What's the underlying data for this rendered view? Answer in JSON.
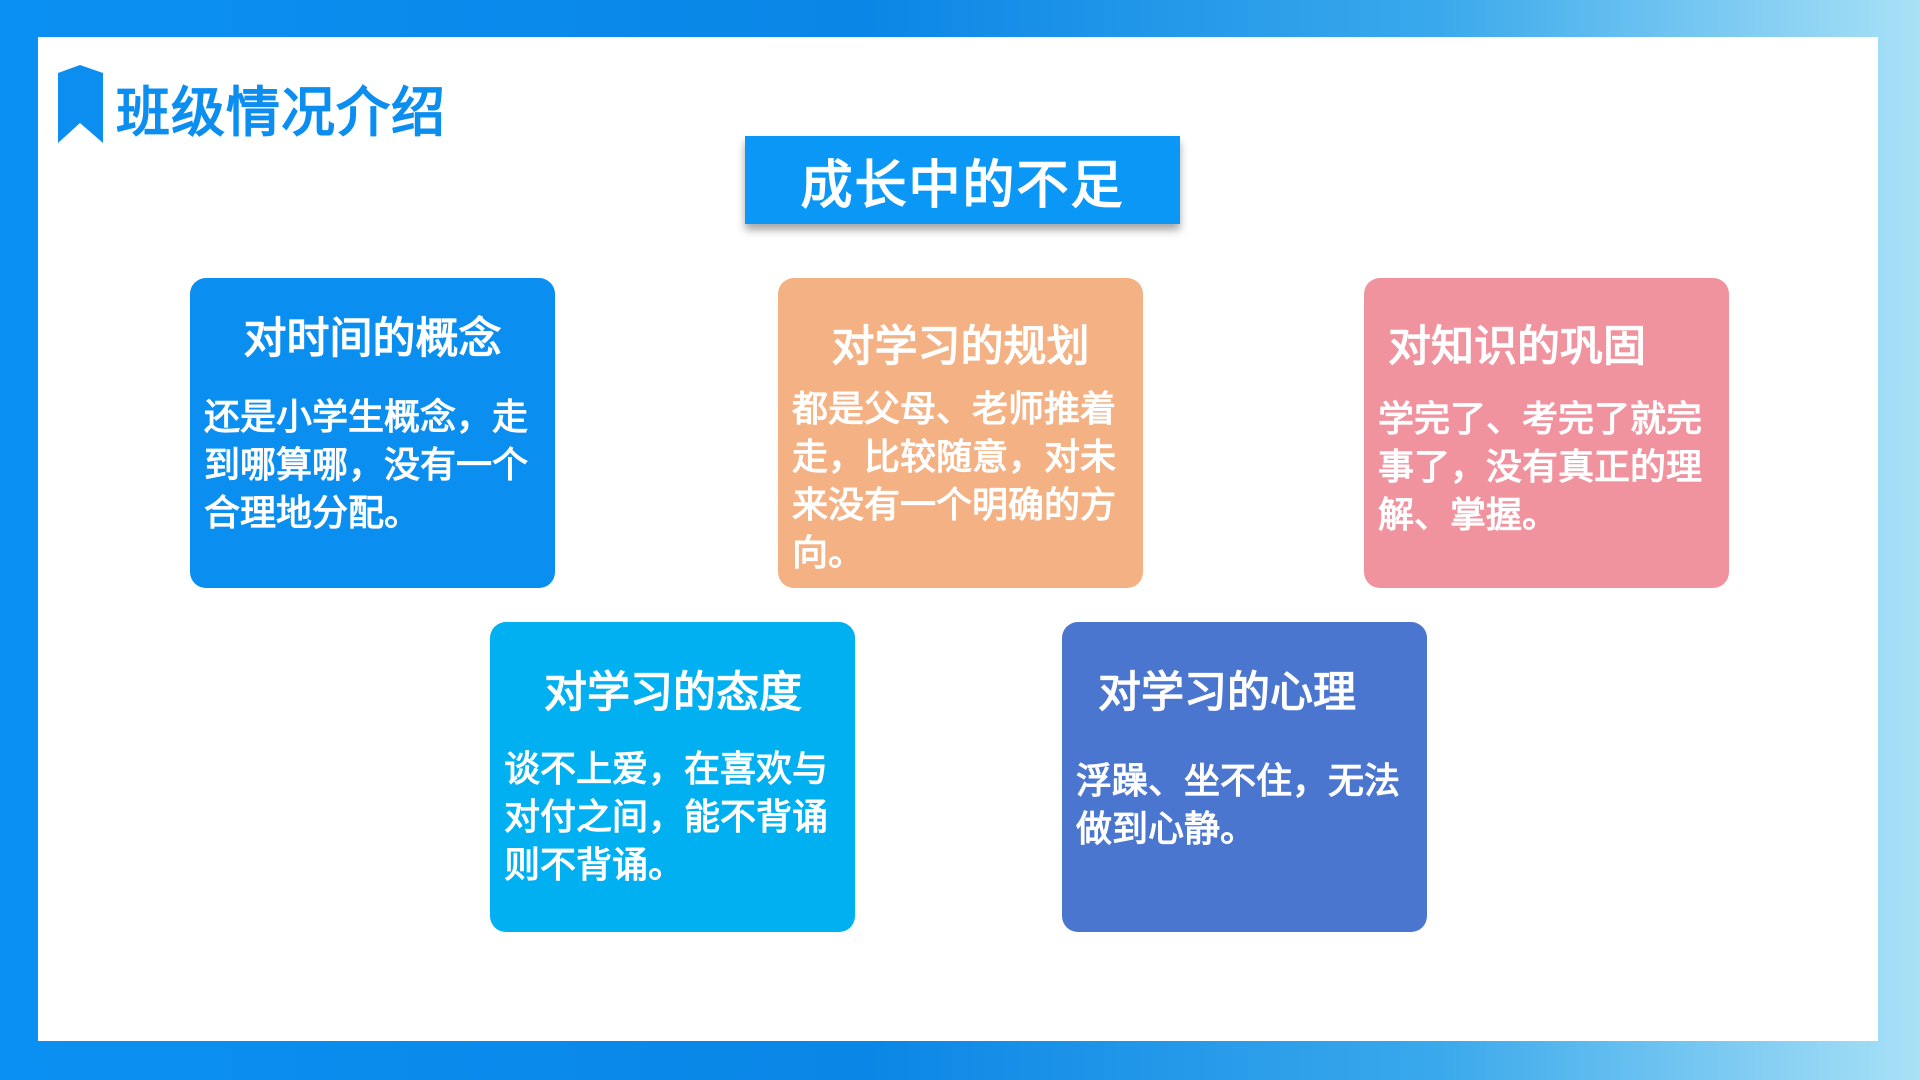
{
  "header": {
    "title": "班级情况介绍",
    "icon": "bookmark-icon"
  },
  "section_title": "成长中的不足",
  "colors": {
    "card1": "#0a8ef0",
    "card2": "#f4b183",
    "card3": "#f0939e",
    "card4": "#00b0f0",
    "card5": "#4a76cf"
  },
  "cards": [
    {
      "title": "对时间的概念",
      "body": "还是小学生概念，走到哪算哪，没有一个合理地分配。"
    },
    {
      "title": "对学习的规划",
      "body": "都是父母、老师推着走，比较随意，对未来没有一个明确的方向。"
    },
    {
      "title": "对知识的巩固",
      "body": "学完了、考完了就完事了，没有真正的理解、掌握。"
    },
    {
      "title": "对学习的态度",
      "body": "谈不上爱，在喜欢与对付之间，能不背诵则不背诵。"
    },
    {
      "title": "对学习的心理",
      "body": "浮躁、坐不住，无法做到心静。"
    }
  ]
}
